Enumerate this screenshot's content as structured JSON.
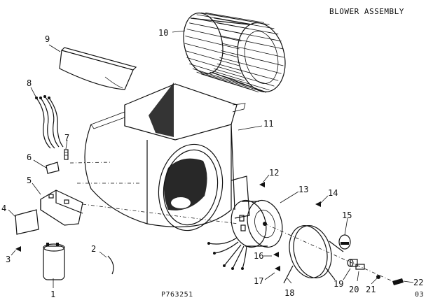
{
  "title": "BLOWER ASSEMBLY",
  "drawing_code": "P763251",
  "corner_code": "03",
  "parts": [
    {
      "num": "1"
    },
    {
      "num": "2"
    },
    {
      "num": "3"
    },
    {
      "num": "4"
    },
    {
      "num": "5"
    },
    {
      "num": "6"
    },
    {
      "num": "7"
    },
    {
      "num": "8"
    },
    {
      "num": "9"
    },
    {
      "num": "10"
    },
    {
      "num": "11"
    },
    {
      "num": "12"
    },
    {
      "num": "13"
    },
    {
      "num": "14"
    },
    {
      "num": "15"
    },
    {
      "num": "16"
    },
    {
      "num": "17"
    },
    {
      "num": "18"
    },
    {
      "num": "19"
    },
    {
      "num": "20"
    },
    {
      "num": "21"
    },
    {
      "num": "22"
    }
  ]
}
